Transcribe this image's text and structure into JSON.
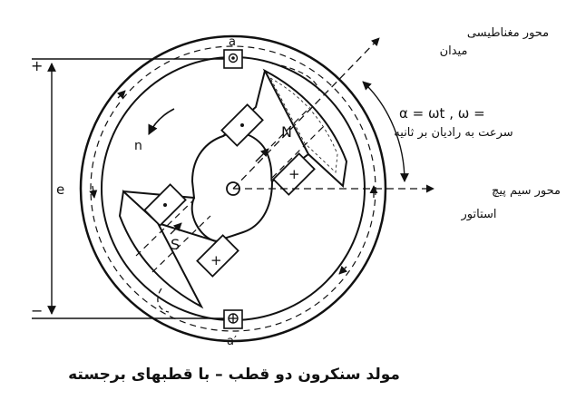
{
  "labels": {
    "terminal_plus": "+",
    "terminal_minus": "−",
    "emf": "e",
    "coil_a": "a",
    "coil_a_prime": "a′",
    "rotation": "n",
    "pole_north": "N",
    "pole_south": "S",
    "slot_plus": "+",
    "field_axis_line1": "محور مغناطیسی",
    "field_axis_line2": "میدان",
    "angle_formula": "α = ωt ,  ω =",
    "angle_desc": "سرعت به رادیان بر ثانیه",
    "stator_axis_line1": "محور سیم پیچ",
    "stator_axis_line2": "استاتور",
    "caption": "مولد سنکرون دو قطب – با قطبهای برجسته"
  },
  "colors": {
    "ink": "#111111",
    "background": "#ffffff"
  }
}
